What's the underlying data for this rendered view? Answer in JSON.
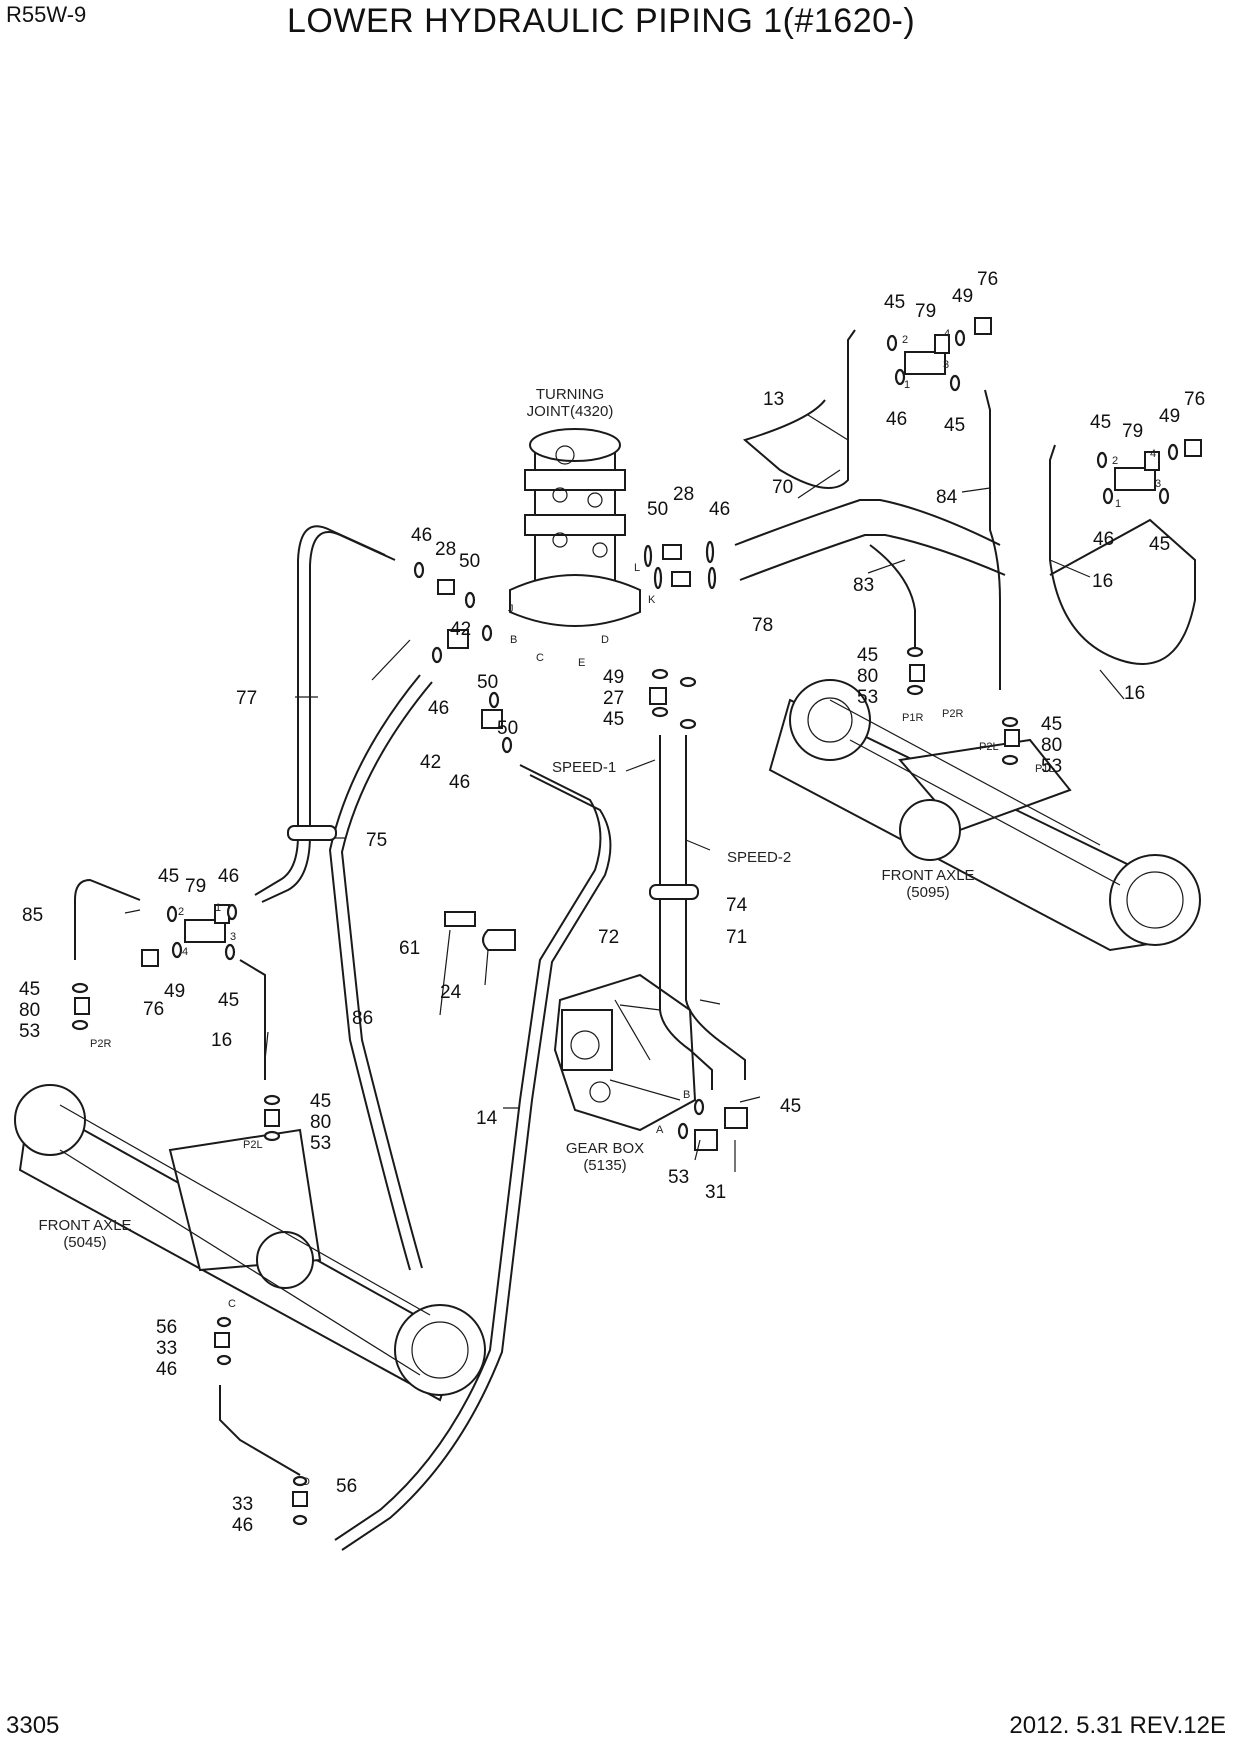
{
  "header": {
    "model": "R55W-9",
    "title": "LOWER HYDRAULIC PIPING 1(#1620-)"
  },
  "footer": {
    "page_number": "3305",
    "revision": "2012. 5.31 REV.12E"
  },
  "assemblies": {
    "turning_joint": [
      "TURNING",
      "JOINT(4320)"
    ],
    "front_axle_right": [
      "FRONT AXLE",
      "(5095)"
    ],
    "front_axle_left": [
      "FRONT AXLE",
      "(5045)"
    ],
    "gear_box": [
      "GEAR BOX",
      "(5135)"
    ]
  },
  "line_labels": {
    "speed_1": "SPEED-1",
    "speed_2": "SPEED-2"
  },
  "port_letters": {
    "J": "J",
    "B": "B",
    "C": "C",
    "D": "D",
    "E": "E",
    "L": "L",
    "K": "K",
    "A": "A",
    "P1R": "P1R",
    "P2R": "P2R",
    "P2L": "P2L",
    "P1L": "P1L",
    "one": "1",
    "two": "2",
    "three": "3",
    "four": "4"
  },
  "part_numbers": {
    "p13": "13",
    "p14": "14",
    "p16": "16",
    "p24": "24",
    "p27": "27",
    "p28": "28",
    "p31": "31",
    "p33": "33",
    "p42": "42",
    "p45": "45",
    "p46": "46",
    "p49": "49",
    "p50": "50",
    "p53": "53",
    "p56": "56",
    "p61": "61",
    "p70": "70",
    "p71": "71",
    "p72": "72",
    "p74": "74",
    "p75": "75",
    "p76": "76",
    "p77": "77",
    "p78": "78",
    "p79": "79",
    "p80": "80",
    "p83": "83",
    "p84": "84",
    "p85": "85",
    "p86": "86"
  }
}
